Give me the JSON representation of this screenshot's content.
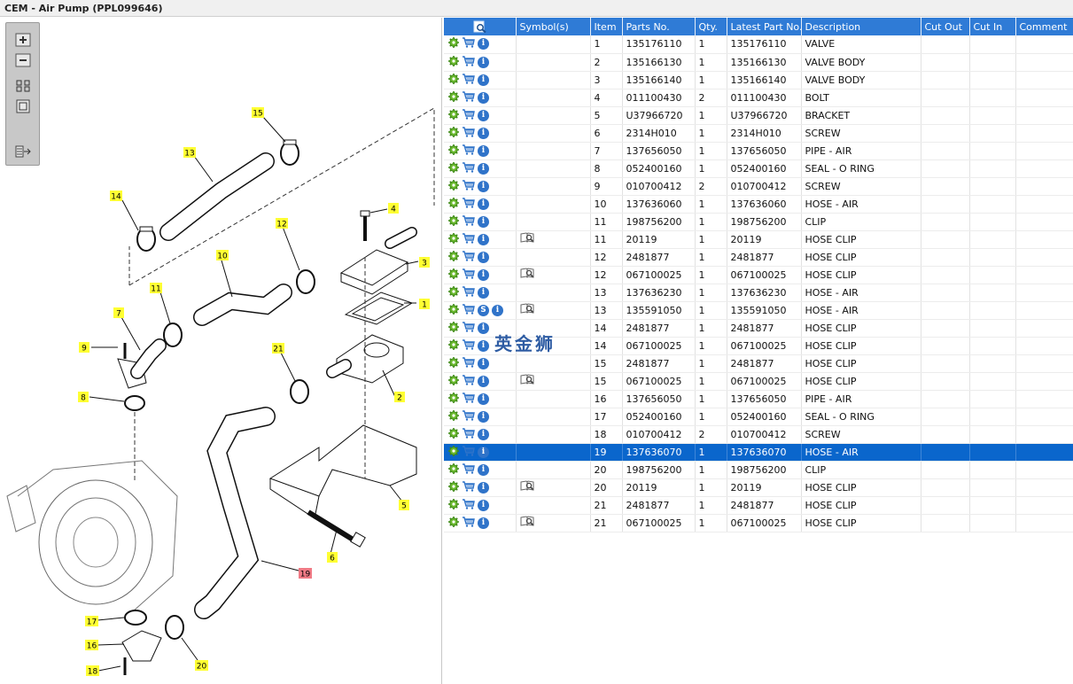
{
  "window": {
    "title": "CEM - Air Pump (PPL099646)"
  },
  "toolbar": {
    "buttons": [
      {
        "name": "zoom-in-button",
        "icon": "zoom-in-icon"
      },
      {
        "name": "zoom-out-button",
        "icon": "zoom-out-icon"
      },
      {
        "name": "fit-all-button",
        "icon": "fit-all-icon"
      },
      {
        "name": "fit-window-button",
        "icon": "fit-window-icon"
      },
      {
        "name": "export-button",
        "icon": "export-list-icon"
      }
    ]
  },
  "diagram": {
    "callouts": [
      "15",
      "13",
      "14",
      "4",
      "12",
      "3",
      "10",
      "11",
      "1",
      "7",
      "9",
      "21",
      "2",
      "8",
      "5",
      "6",
      "19",
      "17",
      "16",
      "20",
      "18"
    ]
  },
  "table": {
    "headers": {
      "search_icon": "search-icon",
      "symbols": "Symbol(s)",
      "item": "Item",
      "parts_no": "Parts No.",
      "qty": "Qty.",
      "latest_part_no": "Latest Part No.",
      "description": "Description",
      "cut_out": "Cut Out",
      "cut_in": "Cut In",
      "comment": "Comment"
    },
    "rows": [
      {
        "item": "1",
        "parts_no": "135176110",
        "qty": "1",
        "latest": "135176110",
        "desc": "VALVE",
        "book": false,
        "s": false
      },
      {
        "item": "2",
        "parts_no": "135166130",
        "qty": "1",
        "latest": "135166130",
        "desc": "VALVE BODY",
        "book": false,
        "s": false
      },
      {
        "item": "3",
        "parts_no": "135166140",
        "qty": "1",
        "latest": "135166140",
        "desc": "VALVE BODY",
        "book": false,
        "s": false
      },
      {
        "item": "4",
        "parts_no": "011100430",
        "qty": "2",
        "latest": "011100430",
        "desc": "BOLT",
        "book": false,
        "s": false
      },
      {
        "item": "5",
        "parts_no": "U37966720",
        "qty": "1",
        "latest": "U37966720",
        "desc": "BRACKET",
        "book": false,
        "s": false
      },
      {
        "item": "6",
        "parts_no": "2314H010",
        "qty": "1",
        "latest": "2314H010",
        "desc": "SCREW",
        "book": false,
        "s": false
      },
      {
        "item": "7",
        "parts_no": "137656050",
        "qty": "1",
        "latest": "137656050",
        "desc": "PIPE - AIR",
        "book": false,
        "s": false
      },
      {
        "item": "8",
        "parts_no": "052400160",
        "qty": "1",
        "latest": "052400160",
        "desc": "SEAL - O RING",
        "book": false,
        "s": false
      },
      {
        "item": "9",
        "parts_no": "010700412",
        "qty": "2",
        "latest": "010700412",
        "desc": "SCREW",
        "book": false,
        "s": false
      },
      {
        "item": "10",
        "parts_no": "137636060",
        "qty": "1",
        "latest": "137636060",
        "desc": "HOSE - AIR",
        "book": false,
        "s": false
      },
      {
        "item": "11",
        "parts_no": "198756200",
        "qty": "1",
        "latest": "198756200",
        "desc": "CLIP",
        "book": false,
        "s": false
      },
      {
        "item": "11",
        "parts_no": "20119",
        "qty": "1",
        "latest": "20119",
        "desc": "HOSE CLIP",
        "book": true,
        "s": false
      },
      {
        "item": "12",
        "parts_no": "2481877",
        "qty": "1",
        "latest": "2481877",
        "desc": "HOSE CLIP",
        "book": false,
        "s": false
      },
      {
        "item": "12",
        "parts_no": "067100025",
        "qty": "1",
        "latest": "067100025",
        "desc": "HOSE CLIP",
        "book": true,
        "s": false
      },
      {
        "item": "13",
        "parts_no": "137636230",
        "qty": "1",
        "latest": "137636230",
        "desc": "HOSE - AIR",
        "book": false,
        "s": false
      },
      {
        "item": "13",
        "parts_no": "135591050",
        "qty": "1",
        "latest": "135591050",
        "desc": "HOSE - AIR",
        "book": true,
        "s": true
      },
      {
        "item": "14",
        "parts_no": "2481877",
        "qty": "1",
        "latest": "2481877",
        "desc": "HOSE CLIP",
        "book": false,
        "s": false
      },
      {
        "item": "14",
        "parts_no": "067100025",
        "qty": "1",
        "latest": "067100025",
        "desc": "HOSE CLIP",
        "book": false,
        "s": false
      },
      {
        "item": "15",
        "parts_no": "2481877",
        "qty": "1",
        "latest": "2481877",
        "desc": "HOSE CLIP",
        "book": false,
        "s": false
      },
      {
        "item": "15",
        "parts_no": "067100025",
        "qty": "1",
        "latest": "067100025",
        "desc": "HOSE CLIP",
        "book": true,
        "s": false
      },
      {
        "item": "16",
        "parts_no": "137656050",
        "qty": "1",
        "latest": "137656050",
        "desc": "PIPE - AIR",
        "book": false,
        "s": false
      },
      {
        "item": "17",
        "parts_no": "052400160",
        "qty": "1",
        "latest": "052400160",
        "desc": "SEAL - O RING",
        "book": false,
        "s": false
      },
      {
        "item": "18",
        "parts_no": "010700412",
        "qty": "2",
        "latest": "010700412",
        "desc": "SCREW",
        "book": false,
        "s": false
      },
      {
        "item": "19",
        "parts_no": "137636070",
        "qty": "1",
        "latest": "137636070",
        "desc": "HOSE - AIR",
        "book": false,
        "s": false,
        "selected": true
      },
      {
        "item": "20",
        "parts_no": "198756200",
        "qty": "1",
        "latest": "198756200",
        "desc": "CLIP",
        "book": false,
        "s": false
      },
      {
        "item": "20",
        "parts_no": "20119",
        "qty": "1",
        "latest": "20119",
        "desc": "HOSE CLIP",
        "book": true,
        "s": false
      },
      {
        "item": "21",
        "parts_no": "2481877",
        "qty": "1",
        "latest": "2481877",
        "desc": "HOSE CLIP",
        "book": false,
        "s": false
      },
      {
        "item": "21",
        "parts_no": "067100025",
        "qty": "1",
        "latest": "067100025",
        "desc": "HOSE CLIP",
        "book": true,
        "s": false
      }
    ]
  },
  "watermark": {
    "text": "英金狮"
  },
  "colors": {
    "header_bg": "#2f7bd6",
    "selected_row": "#0a66cc",
    "callout_yellow": "#ffff33",
    "callout_highlight": "#f07a85"
  }
}
